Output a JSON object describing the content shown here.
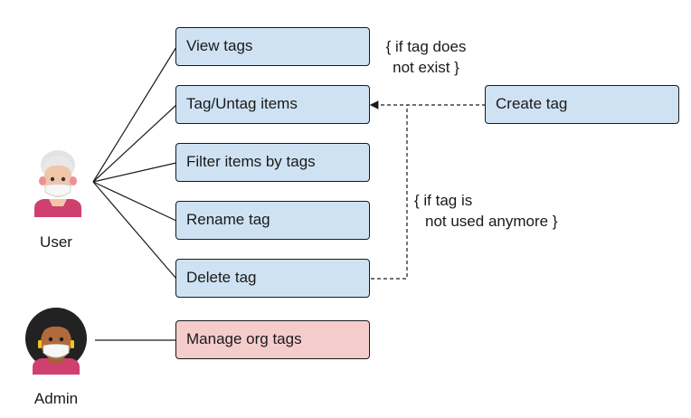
{
  "actors": {
    "user": {
      "label": "User",
      "icon": "user-avatar-icon"
    },
    "admin": {
      "label": "Admin",
      "icon": "admin-avatar-icon"
    }
  },
  "use_cases": {
    "view_tags": "View tags",
    "tag_untag_items": "Tag/Untag items",
    "filter_items_by_tags": "Filter items by tags",
    "rename_tag": "Rename tag",
    "delete_tag": "Delete tag",
    "manage_org_tags": "Manage org tags",
    "create_tag": "Create tag"
  },
  "conditions": {
    "if_tag_not_exist_line1": "{ if tag does",
    "if_tag_not_exist_line2": "not exist }",
    "if_tag_not_used_line1": "{ if tag is",
    "if_tag_not_used_line2": "not used anymore }"
  },
  "colors": {
    "user_case_fill": "#cfe2f3",
    "admin_case_fill": "#f4cccc"
  }
}
